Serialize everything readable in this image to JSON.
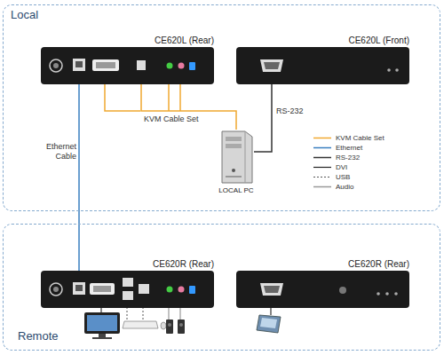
{
  "diagram": {
    "nodes": [
      {
        "text": [
          "Local"
        ]
      },
      {
        "text": [
          "CE620L (Rear)"
        ],
        "in": 0
      },
      {
        "text": [
          "CE620L (Front)"
        ],
        "in": 0
      },
      {
        "text": [
          "LOCAL PC"
        ],
        "in": 0
      },
      {
        "text": [
          "Remote"
        ]
      },
      {
        "text": [
          "CE620R (Rear)"
        ],
        "in": 4
      },
      {
        "text": [
          "CE620R (Rear)"
        ],
        "in": 4
      }
    ],
    "edges": [
      {
        "from": 1,
        "to": 3,
        "label": "KVM Cable Set",
        "arrow": "none"
      },
      {
        "from": 2,
        "to": 3,
        "label": "RS-232",
        "arrow": "none"
      },
      {
        "from": 1,
        "to": 5,
        "label": "Ethernet Cable",
        "arrow": "none"
      }
    ],
    "legend": [
      {
        "text": "KVM Cable Set"
      },
      {
        "text": "Ethernet"
      },
      {
        "text": "RS-232"
      },
      {
        "text": "DVI"
      },
      {
        "text": "USB"
      },
      {
        "text": "Audio"
      }
    ]
  }
}
